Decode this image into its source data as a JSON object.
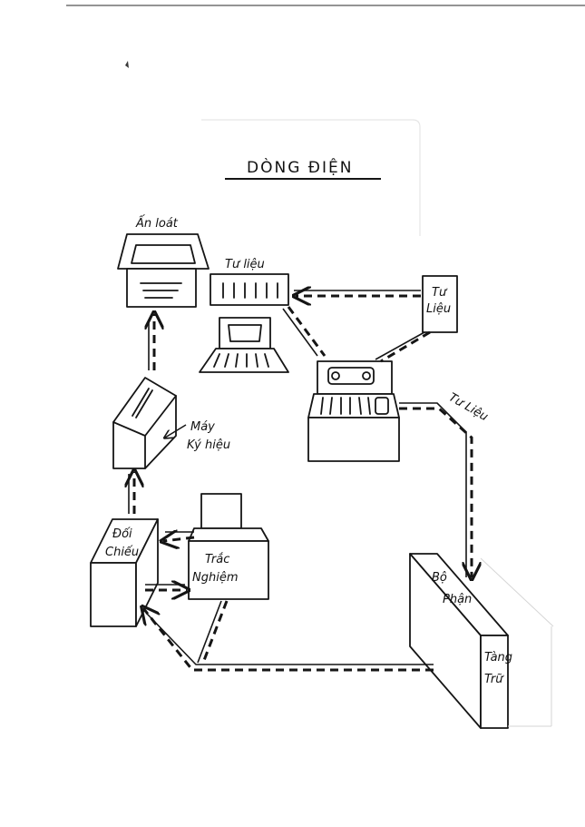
{
  "title": "DÒNG ĐIỆN",
  "labels": {
    "printer": "Ấn loát",
    "top_documents": "Tư liệu",
    "source_documents_1": "Tư",
    "source_documents_2": "Liệu",
    "right_documents": "Tư Liệu",
    "device_1": "Máy",
    "device_2": "Ký hiệu",
    "compare_1": "Đối",
    "compare_2": "Chiếu",
    "test_1": "Trắc",
    "test_2": "Nghiệm",
    "part_1": "Bộ",
    "part_2": "Phận",
    "storage_1": "Tàng",
    "storage_2": "Trữ"
  }
}
